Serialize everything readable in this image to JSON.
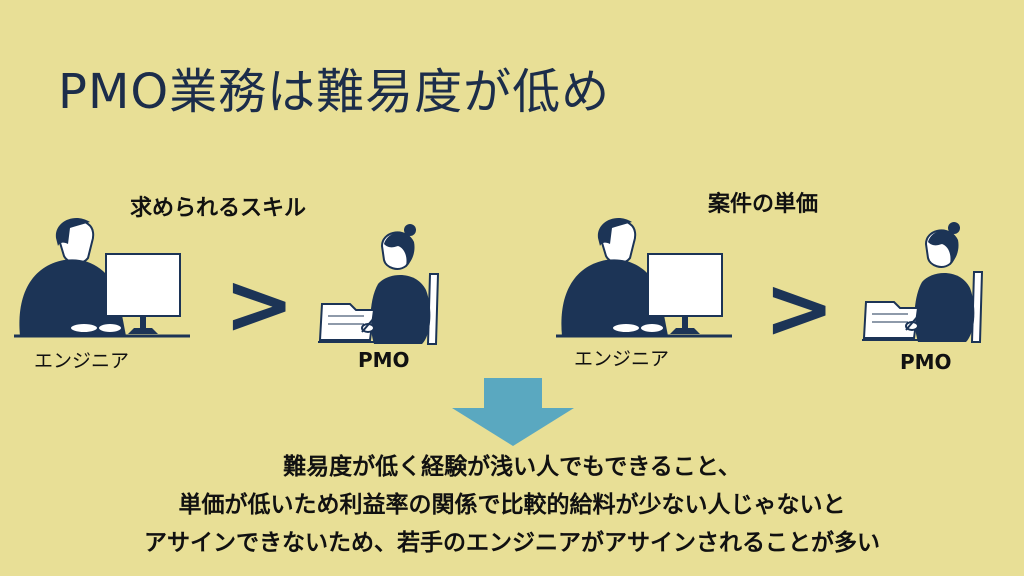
{
  "title": "PMO業務は難易度が低め",
  "left_panel": {
    "heading": "求められるスキル",
    "engineer_label": "エンジニア",
    "comparison": ">",
    "pmo_label": "PMO"
  },
  "right_panel": {
    "heading": "案件の単価",
    "engineer_label": "エンジニア",
    "comparison": ">",
    "pmo_label": "PMO"
  },
  "conclusion": {
    "line1": "難易度が低く経験が浅い人でもできること、",
    "line2": "単価が低いため利益率の関係で比較的給料が少ない人じゃないと",
    "line3": "アサインできないため、若手のエンジニアがアサインされることが多い"
  },
  "colors": {
    "background": "#e8df96",
    "navy": "#1c3456",
    "arrow": "#5aa8c0"
  },
  "icons": [
    "engineer-at-monitor-illustration",
    "woman-writing-illustration",
    "down-arrow-icon"
  ]
}
